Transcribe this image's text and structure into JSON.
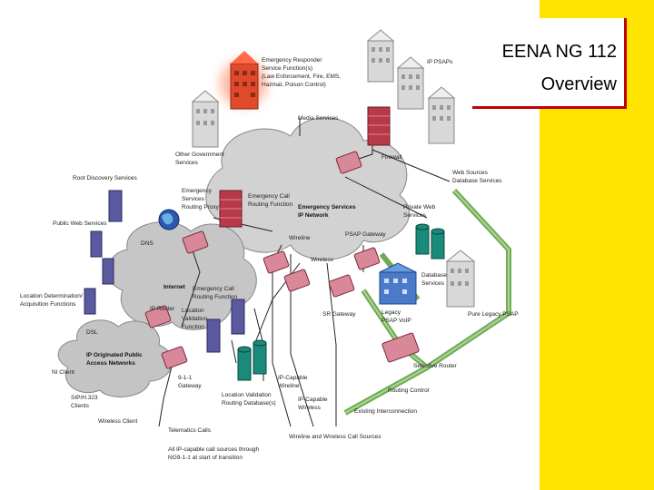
{
  "title": {
    "line1": "EENA NG 112",
    "line2": "Overview"
  },
  "colors": {
    "accent_yellow": "#ffe400",
    "border_red": "#c00000",
    "router_pink": "#d9889a",
    "cloud_gray": "#c8c8c8",
    "line_green": "#6ab04c"
  },
  "labels": {
    "emergency_responder": [
      "Emergency Responder",
      "Service Function(s)",
      "(Law Enforcement, Fire, EMS,",
      "Hazmat, Poison Control)"
    ],
    "ip_psaps": "IP PSAPs",
    "media_services": "Media Services",
    "other_government": [
      "Other Government",
      "Services"
    ],
    "firewall": "Firewall",
    "root_discovery": "Root Discovery Services",
    "web_sources": [
      "Web Sources",
      "Database Services"
    ],
    "emergency_services_routing_proxy": [
      "Emergency",
      "Services",
      "Routing Proxy"
    ],
    "emergency_call_routing_function_top": [
      "Emergency Call",
      "Routing Function"
    ],
    "emergency_services_ip_network": [
      "Emergency Services",
      "IP Network"
    ],
    "private_web": [
      "Private Web",
      "Services"
    ],
    "public_web": "Public Web Services",
    "dns": "DNS",
    "wireline": "Wireline",
    "psap_gateway": "PSAP Gateway",
    "wireless": "Wireless",
    "database_services": [
      "Database",
      "Services"
    ],
    "internet": "Internet",
    "emergency_call_routing_function_mid": [
      "Emergency Call",
      "Routing Function"
    ],
    "location_determination": [
      "Location Determination/",
      "Acquisition Functions"
    ],
    "ip_router": "IP Router",
    "location_validation": [
      "Location",
      "Validation",
      "Function"
    ],
    "sr_gateway": "SR Gateway",
    "legacy_psap": [
      "Legacy",
      "PSAP VoIP"
    ],
    "pure_legacy_psap": "Pure Legacy PSAP",
    "dsl": "DSL",
    "ip_originated": [
      "IP Originated Public",
      "Access Networks"
    ],
    "ni_client": "NI Client",
    "sip_h323": [
      "SIP/H.323",
      "Clients"
    ],
    "gateway_911": [
      "9-1-1",
      "Gateway"
    ],
    "ip_capable_wireline": [
      "IP-Capable",
      "Wireline"
    ],
    "location_validation_db": [
      "Location Validation",
      "Routing Database(s)"
    ],
    "selective_router": "Selective Router",
    "routing_control": "Routing Control",
    "ip_capable_wireless": [
      "IP-Capable",
      "Wireless"
    ],
    "existing_interconnection": "Existing Interconnection",
    "wireless_client": "Wireless Client",
    "telematics": "Telematics Calls",
    "wireline_wireless_sources": "Wireline and Wireless Call Sources",
    "all_ip_capable": [
      "All IP-capable call sources through",
      "NG9-1-1 at start of transition"
    ]
  }
}
